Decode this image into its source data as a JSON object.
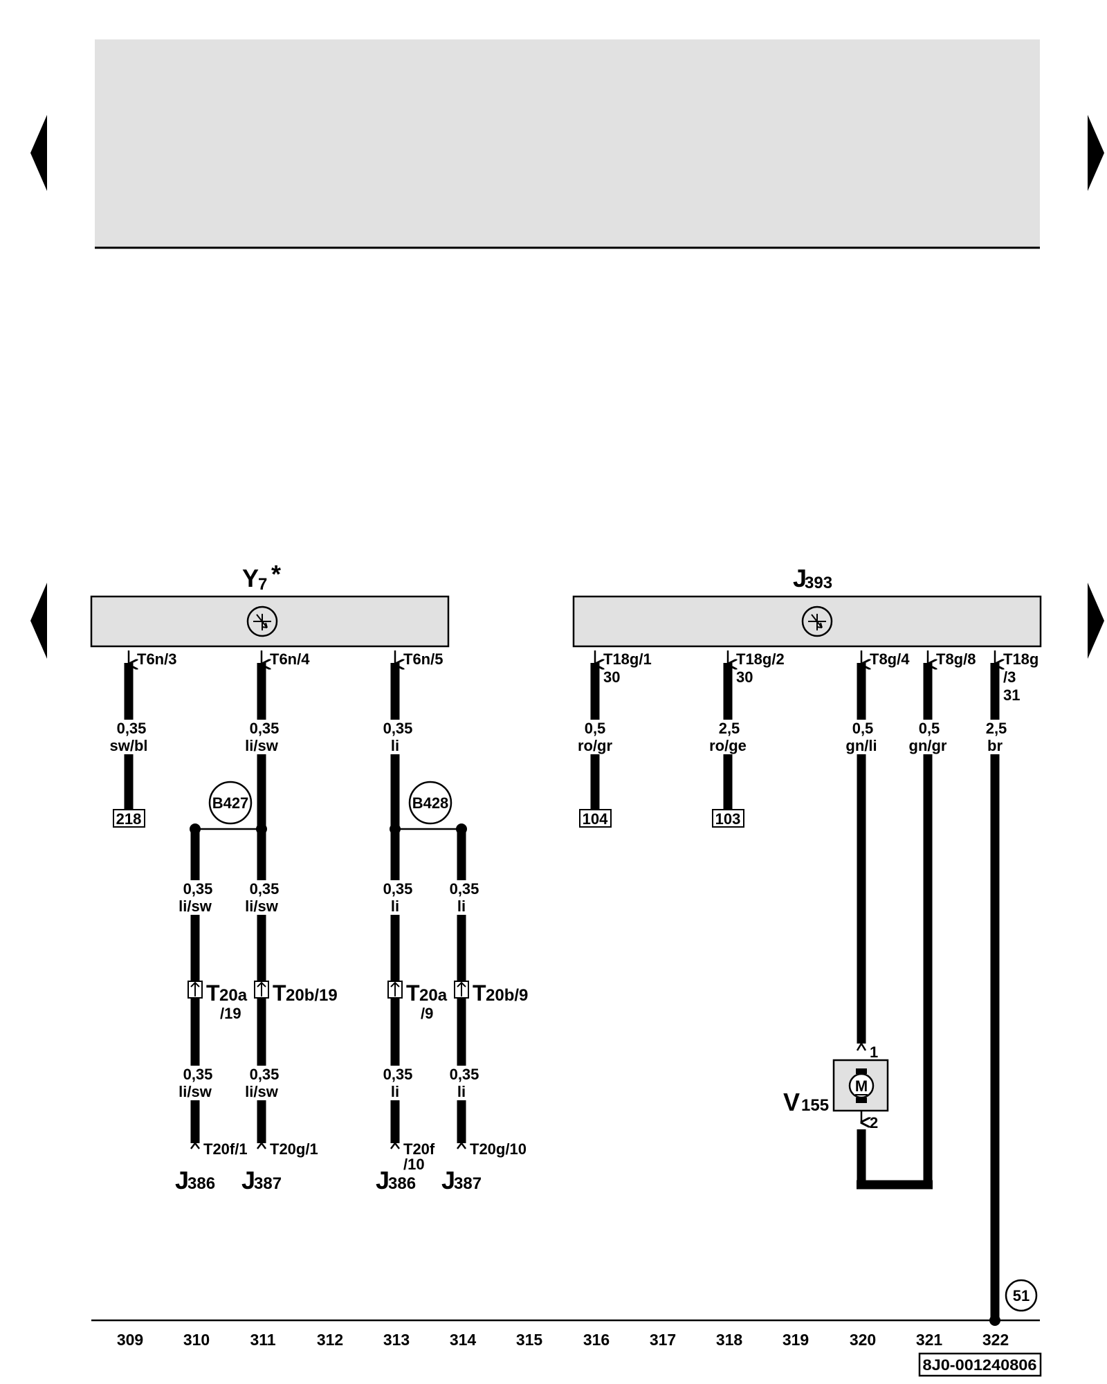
{
  "components": {
    "y7": {
      "letter": "Y",
      "index": "7",
      "mark": "*"
    },
    "j393": {
      "letter": "J",
      "index": "393"
    },
    "v155": {
      "letter": "V",
      "index": "155",
      "symbol": "M",
      "pin_top": "1",
      "pin_bottom": "2"
    }
  },
  "pins": {
    "t6n_3": "T6n/3",
    "t6n_4": "T6n/4",
    "t6n_5": "T6n/5",
    "t18g_1": "T18g/1",
    "t18g_1_term": "30",
    "t18g_2": "T18g/2",
    "t18g_2_term": "30",
    "t8g_4": "T8g/4",
    "t8g_8": "T8g/8",
    "t18g_3a": "T18g",
    "t18g_3b": "/3",
    "t18g_3_term": "31"
  },
  "wires": {
    "w309": {
      "size": "0,35",
      "color": "sw/bl"
    },
    "w311": {
      "size": "0,35",
      "color": "li/sw"
    },
    "w313": {
      "size": "0,35",
      "color": "li"
    },
    "w316": {
      "size": "0,5",
      "color": "ro/gr"
    },
    "w318": {
      "size": "2,5",
      "color": "ro/ge"
    },
    "w320": {
      "size": "0,5",
      "color": "gn/li"
    },
    "w321": {
      "size": "0,5",
      "color": "gn/gr"
    },
    "w322": {
      "size": "2,5",
      "color": "br"
    },
    "w310b": {
      "size": "0,35",
      "color": "li/sw"
    },
    "w311b": {
      "size": "0,35",
      "color": "li/sw"
    },
    "w313b": {
      "size": "0,35",
      "color": "li"
    },
    "w314b": {
      "size": "0,35",
      "color": "li"
    },
    "w310c": {
      "size": "0,35",
      "color": "li/sw"
    },
    "w311c": {
      "size": "0,35",
      "color": "li/sw"
    },
    "w313c": {
      "size": "0,35",
      "color": "li"
    },
    "w314c": {
      "size": "0,35",
      "color": "li"
    }
  },
  "refs": {
    "r218": "218",
    "r104": "104",
    "r103": "103"
  },
  "splices": {
    "b427": "B427",
    "b428": "B428"
  },
  "connectors": {
    "t20a_19": {
      "main": "T",
      "sub": "20a",
      "pin": "/19"
    },
    "t20b_19": {
      "main": "T",
      "sub": "20b/19"
    },
    "t20a_9": {
      "main": "T",
      "sub": "20a",
      "pin": "/9"
    },
    "t20b_9": {
      "main": "T",
      "sub": "20b/9"
    }
  },
  "bottom_pins": {
    "t20f_1": "T20f/1",
    "t20g_1": "T20g/1",
    "t20f_10a": "T20f",
    "t20f_10b": "/10",
    "t20g_10": "T20g/10"
  },
  "modules": {
    "j386a": {
      "letter": "J",
      "index": "386"
    },
    "j387a": {
      "letter": "J",
      "index": "387"
    },
    "j386b": {
      "letter": "J",
      "index": "386"
    },
    "j387b": {
      "letter": "J",
      "index": "387"
    }
  },
  "ground": {
    "point": "51"
  },
  "grid": [
    "309",
    "310",
    "311",
    "312",
    "313",
    "314",
    "315",
    "316",
    "317",
    "318",
    "319",
    "320",
    "321",
    "322"
  ],
  "doc_number": "8J0-001240806",
  "colors": {
    "shade": "#e1e1e1",
    "ink": "#000000"
  }
}
